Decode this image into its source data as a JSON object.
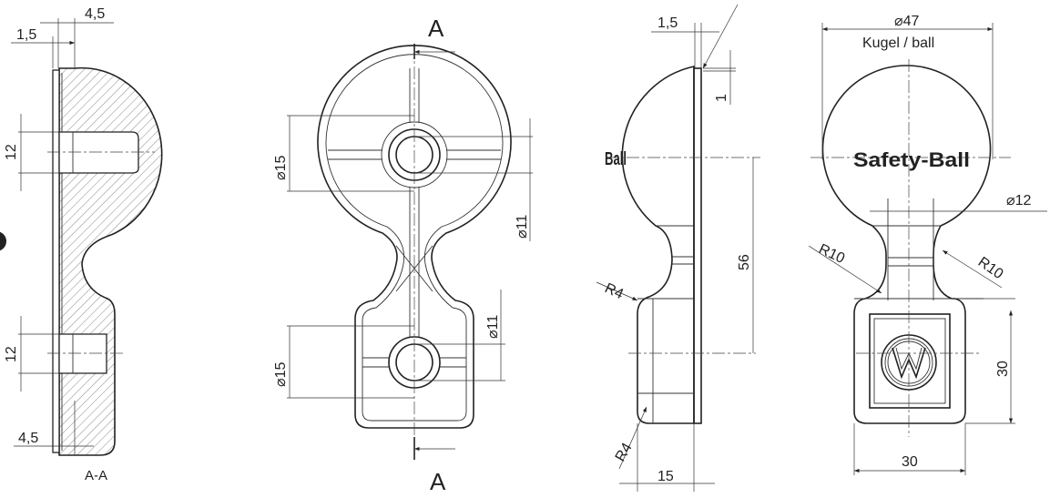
{
  "section_view": {
    "title": "A-A",
    "dims": {
      "top_outer": "4,5",
      "top_inner": "1,5",
      "upper_hole": "12",
      "lower_hole": "12",
      "bottom": "4,5"
    }
  },
  "front_view": {
    "section_mark_top": "A",
    "section_mark_bottom": "A",
    "dims": {
      "upper_dia_outer": "⌀15",
      "upper_dia_inner": "⌀11",
      "lower_dia_outer": "⌀15",
      "lower_dia_inner": "⌀11"
    }
  },
  "side_view": {
    "partial_text": "Ball",
    "dims": {
      "plate": "1,5",
      "step": "1",
      "height": "56",
      "radius_top": "R4",
      "radius_bottom": "R4",
      "width": "15"
    }
  },
  "top_view": {
    "ball_dia": "⌀47",
    "ball_label": "Kugel / ball",
    "engraving": "Safety-Ball",
    "neck_dia": "⌀12",
    "radius_left": "R10",
    "radius_right": "R10",
    "base_height": "30",
    "base_width": "30"
  }
}
